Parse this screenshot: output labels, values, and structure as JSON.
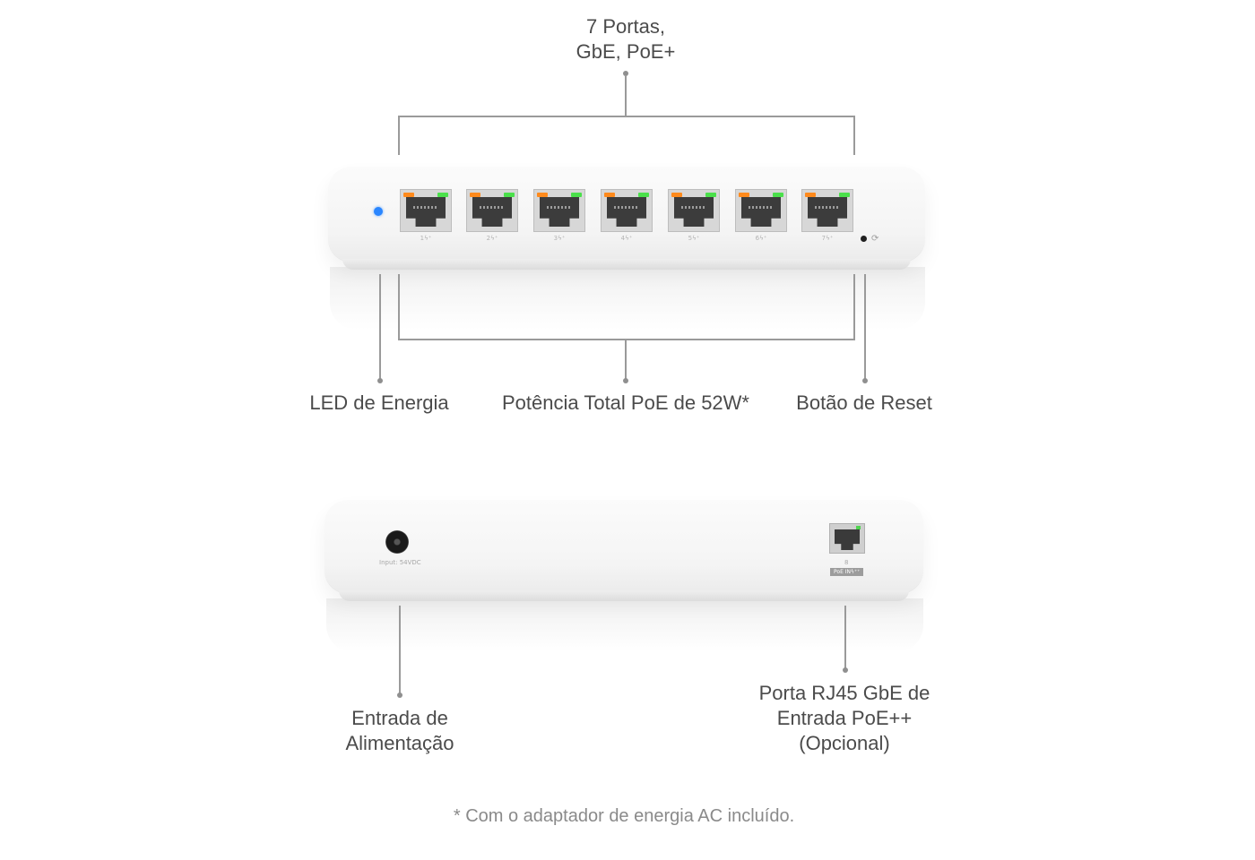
{
  "top_callout": {
    "lines": [
      "7 Portas,",
      "GbE, PoE+"
    ]
  },
  "front_labels": {
    "led": "LED de Energia",
    "poe_budget": "Potência Total PoE de 52W*",
    "reset": "Botão de Reset"
  },
  "front_device": {
    "port_numbers": [
      "1",
      "2",
      "3",
      "4",
      "5",
      "6",
      "7"
    ],
    "port_icon": "poe-bolt-icon",
    "power_led_color": "#2a86ff",
    "link_led_colors": [
      "#ff8a1c",
      "#4be04b"
    ]
  },
  "back_device": {
    "input_text": "Input: 54VDC",
    "port_number": "8",
    "poe_badge": "PoE IN"
  },
  "back_labels": {
    "power_input": [
      "Entrada de",
      "Alimentação"
    ],
    "rj45_port": [
      "Porta RJ45 GbE de",
      "Entrada PoE++",
      "(Opcional)"
    ]
  },
  "footnote": "* Com o adaptador de energia AC incluído."
}
